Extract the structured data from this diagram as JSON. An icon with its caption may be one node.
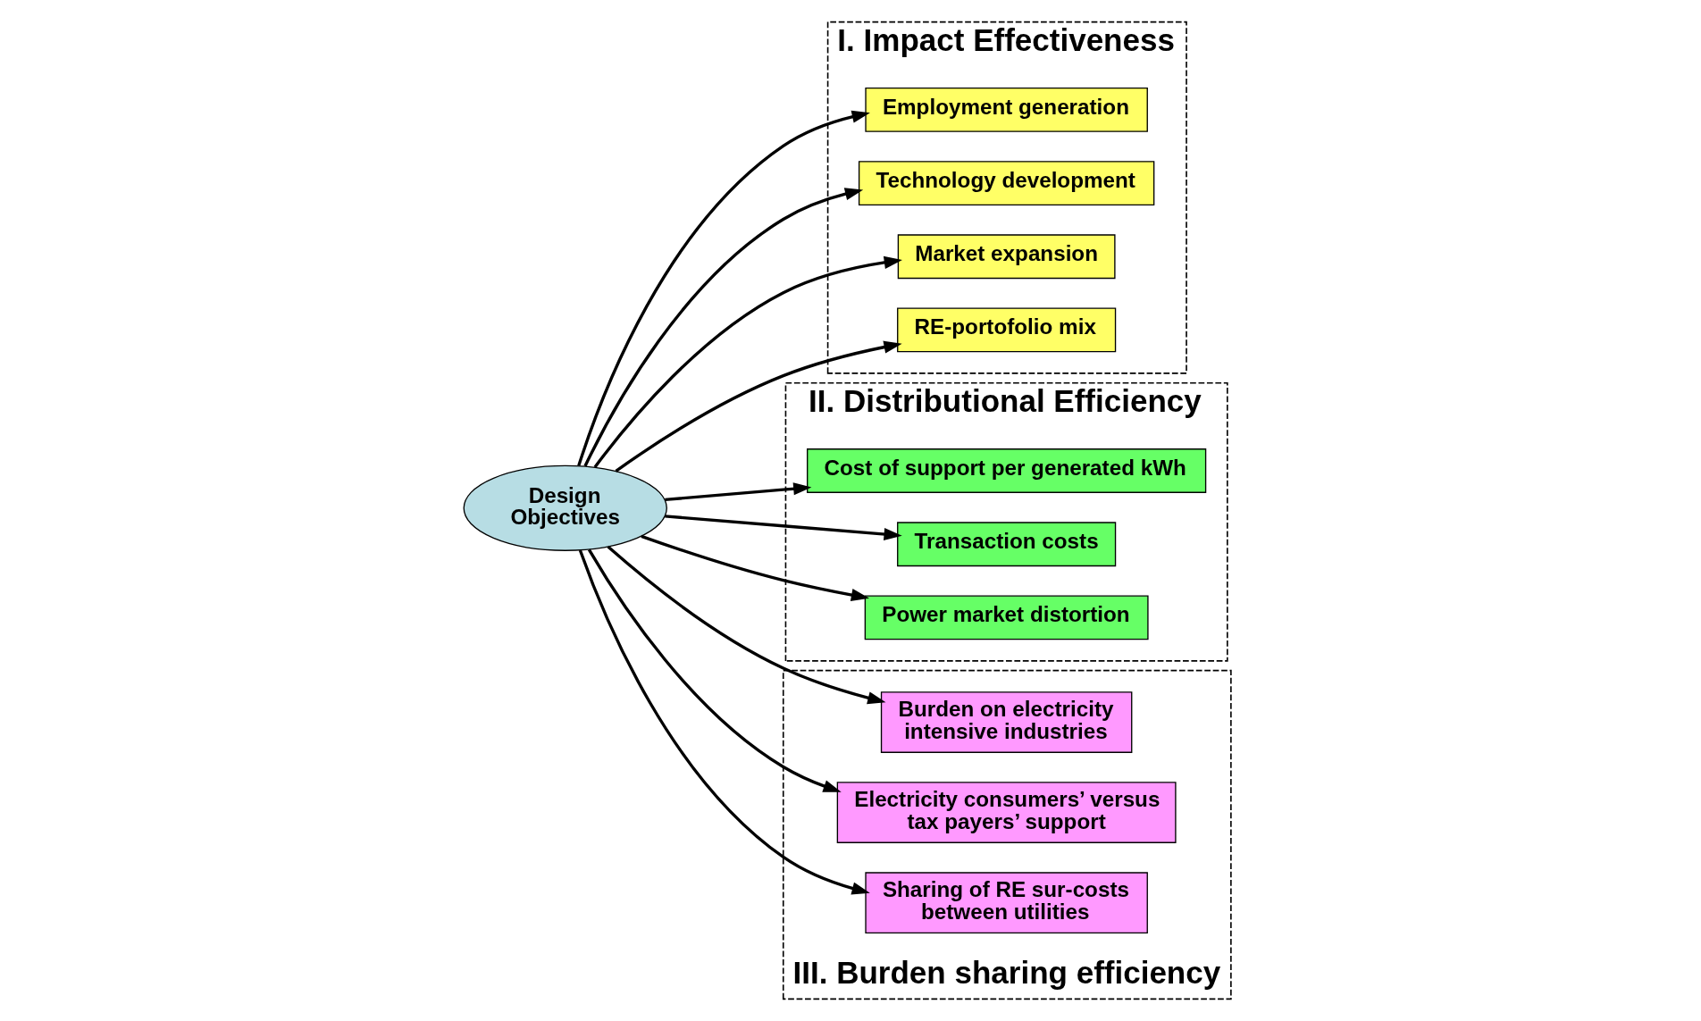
{
  "diagram": {
    "nodes": [
      {
        "text": [
          "I. Impact Effectiveness"
        ]
      },
      {
        "text": [
          "Employment generation"
        ],
        "in": 0
      },
      {
        "text": [
          "Technology development"
        ],
        "in": 0
      },
      {
        "text": [
          "Market expansion"
        ],
        "in": 0
      },
      {
        "text": [
          "RE-portofolio mix"
        ],
        "in": 0
      },
      {
        "text": [
          "II. Distributional Efficiency"
        ]
      },
      {
        "text": [
          "Cost of support per generated kWh"
        ],
        "in": 5
      },
      {
        "text": [
          "Transaction costs"
        ],
        "in": 5
      },
      {
        "text": [
          "Power market distortion"
        ],
        "in": 5
      },
      {
        "text": [
          "III. Burden sharing efficiency"
        ]
      },
      {
        "text": [
          "Burden on electricity intensive industries"
        ],
        "in": 9
      },
      {
        "text": [
          "Electricity consumers’ versus tax payers’ support"
        ],
        "in": 9
      },
      {
        "text": [
          "Sharing of RE sur-costs between utilities"
        ],
        "in": 9
      },
      {
        "text": [
          "Design Objectives"
        ]
      }
    ],
    "edges": [
      {
        "from": 13,
        "to": 1,
        "arrow": "to"
      },
      {
        "from": 13,
        "to": 2,
        "arrow": "to"
      },
      {
        "from": 13,
        "to": 3,
        "arrow": "to"
      },
      {
        "from": 13,
        "to": 4,
        "arrow": "to"
      },
      {
        "from": 13,
        "to": 6,
        "arrow": "to"
      },
      {
        "from": 13,
        "to": 7,
        "arrow": "to"
      },
      {
        "from": 13,
        "to": 8,
        "arrow": "to"
      },
      {
        "from": 13,
        "to": 10,
        "arrow": "to"
      },
      {
        "from": 13,
        "to": 11,
        "arrow": "to"
      },
      {
        "from": 13,
        "to": 12,
        "arrow": "to"
      }
    ]
  }
}
